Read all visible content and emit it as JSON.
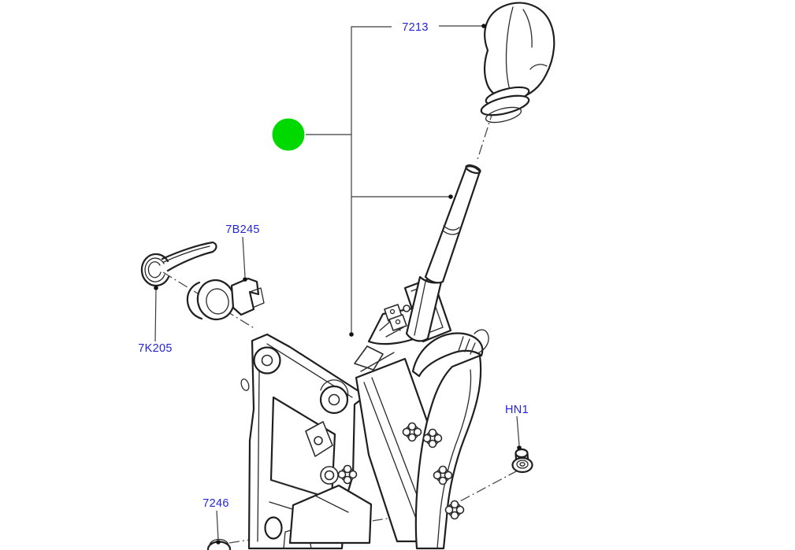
{
  "diagram": {
    "background": "#ffffff",
    "line_color": "#1f1f1f",
    "label_color": "#2424d8",
    "marker": {
      "name": "green-click-marker",
      "color": "#00d900"
    },
    "callouts": [
      {
        "id": "7213",
        "label": "7213"
      },
      {
        "id": "7B245",
        "label": "7B245"
      },
      {
        "id": "7K205",
        "label": "7K205"
      },
      {
        "id": "HN1",
        "label": "HN1"
      },
      {
        "id": "7246",
        "label": "7246"
      }
    ]
  }
}
